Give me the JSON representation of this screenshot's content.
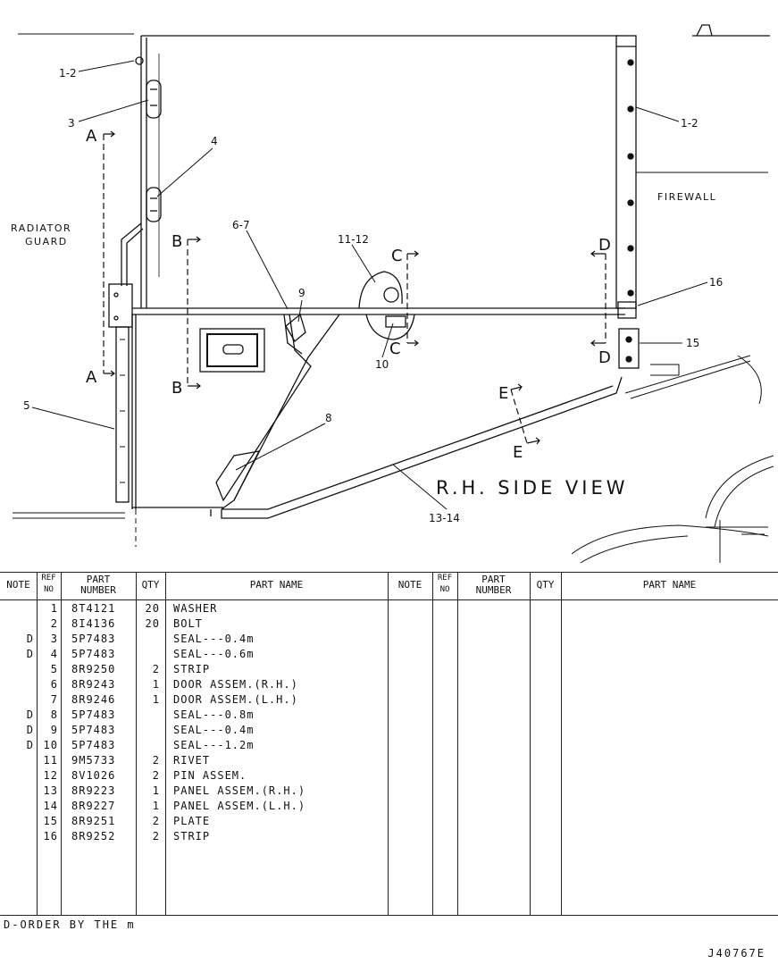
{
  "drawing": {
    "labels": {
      "ref_1_2_top": "1-2",
      "ref_1_2_right": "1-2",
      "ref_3": "3",
      "ref_4": "4",
      "ref_5": "5",
      "ref_6_7": "6-7",
      "ref_8": "8",
      "ref_9": "9",
      "ref_10": "10",
      "ref_11_12": "11-12",
      "ref_13_14": "13-14",
      "ref_15": "15",
      "ref_16": "16",
      "section_a_top": "A",
      "section_a_bottom": "A",
      "section_b_top": "B",
      "section_b_bottom": "B",
      "section_c_top": "C",
      "section_c_bottom": "C",
      "section_d_top": "D",
      "section_d_bottom": "D",
      "section_e_top": "E",
      "section_e_bottom": "E",
      "radiator_guard_1": "RADIATOR",
      "radiator_guard_2": "GUARD",
      "firewall": "FIREWALL",
      "view_title": "R.H. SIDE VIEW"
    }
  },
  "table": {
    "headers": {
      "note": "NOTE",
      "ref_1": "REF",
      "ref_2": "NO",
      "part_1": "PART",
      "part_2": "NUMBER",
      "qty": "QTY",
      "part_name": "PART NAME"
    },
    "rows": [
      {
        "note": "",
        "ref": "1",
        "part": "8T4121",
        "qty": "20",
        "name": "WASHER"
      },
      {
        "note": "",
        "ref": "2",
        "part": "8I4136",
        "qty": "20",
        "name": "BOLT"
      },
      {
        "note": "D",
        "ref": "3",
        "part": "5P7483",
        "qty": "",
        "name": "SEAL---0.4m"
      },
      {
        "note": "D",
        "ref": "4",
        "part": "5P7483",
        "qty": "",
        "name": "SEAL---0.6m"
      },
      {
        "note": "",
        "ref": "5",
        "part": "8R9250",
        "qty": "2",
        "name": "STRIP"
      },
      {
        "note": "",
        "ref": "6",
        "part": "8R9243",
        "qty": "1",
        "name": "DOOR ASSEM.(R.H.)"
      },
      {
        "note": "",
        "ref": "7",
        "part": "8R9246",
        "qty": "1",
        "name": "DOOR ASSEM.(L.H.)"
      },
      {
        "note": "D",
        "ref": "8",
        "part": "5P7483",
        "qty": "",
        "name": "SEAL---0.8m"
      },
      {
        "note": "D",
        "ref": "9",
        "part": "5P7483",
        "qty": "",
        "name": "SEAL---0.4m"
      },
      {
        "note": "D",
        "ref": "10",
        "part": "5P7483",
        "qty": "",
        "name": "SEAL---1.2m"
      },
      {
        "note": "",
        "ref": "11",
        "part": "9M5733",
        "qty": "2",
        "name": "RIVET"
      },
      {
        "note": "",
        "ref": "12",
        "part": "8V1026",
        "qty": "2",
        "name": "PIN ASSEM."
      },
      {
        "note": "",
        "ref": "13",
        "part": "8R9223",
        "qty": "1",
        "name": "PANEL ASSEM.(R.H.)"
      },
      {
        "note": "",
        "ref": "14",
        "part": "8R9227",
        "qty": "1",
        "name": "PANEL ASSEM.(L.H.)"
      },
      {
        "note": "",
        "ref": "15",
        "part": "8R9251",
        "qty": "2",
        "name": "PLATE"
      },
      {
        "note": "",
        "ref": "16",
        "part": "8R9252",
        "qty": "2",
        "name": "STRIP"
      }
    ]
  },
  "footnote": "D-ORDER BY THE m",
  "figure_id": "J40767E"
}
